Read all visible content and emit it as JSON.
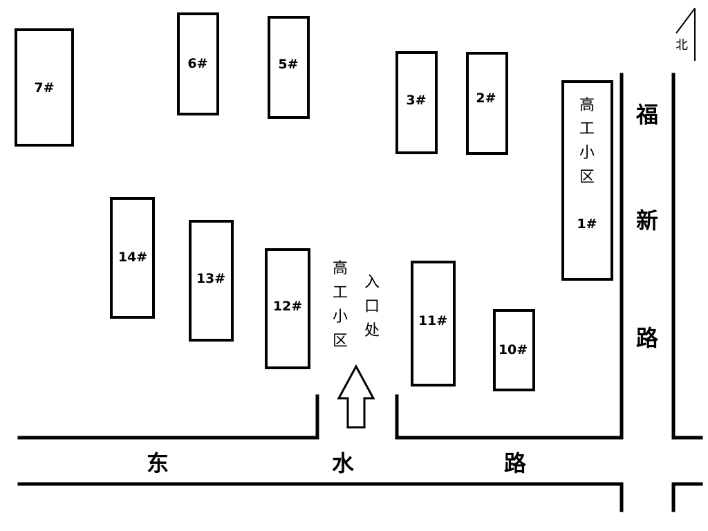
{
  "buildings": [
    {
      "id": "b7",
      "label": "7#"
    },
    {
      "id": "b6",
      "label": "6#"
    },
    {
      "id": "b5",
      "label": "5#"
    },
    {
      "id": "b3",
      "label": "3#"
    },
    {
      "id": "b2",
      "label": "2#"
    },
    {
      "id": "b1",
      "label": "1#",
      "name_chars": [
        "高",
        "工",
        "小",
        "区"
      ]
    },
    {
      "id": "b14",
      "label": "14#"
    },
    {
      "id": "b13",
      "label": "13#"
    },
    {
      "id": "b12",
      "label": "12#"
    },
    {
      "id": "b11",
      "label": "11#"
    },
    {
      "id": "b10",
      "label": "10#"
    }
  ],
  "entrance": {
    "community_chars": [
      "高",
      "工",
      "小",
      "区"
    ],
    "entry_chars": [
      "入",
      "口",
      "处"
    ]
  },
  "roads": {
    "east_road_chars": [
      "福",
      "新",
      "路"
    ],
    "south_road_chars": [
      "东",
      "水",
      "路"
    ]
  },
  "north_indicator": "北",
  "colors": {
    "line": "#000000",
    "background": "#ffffff"
  }
}
